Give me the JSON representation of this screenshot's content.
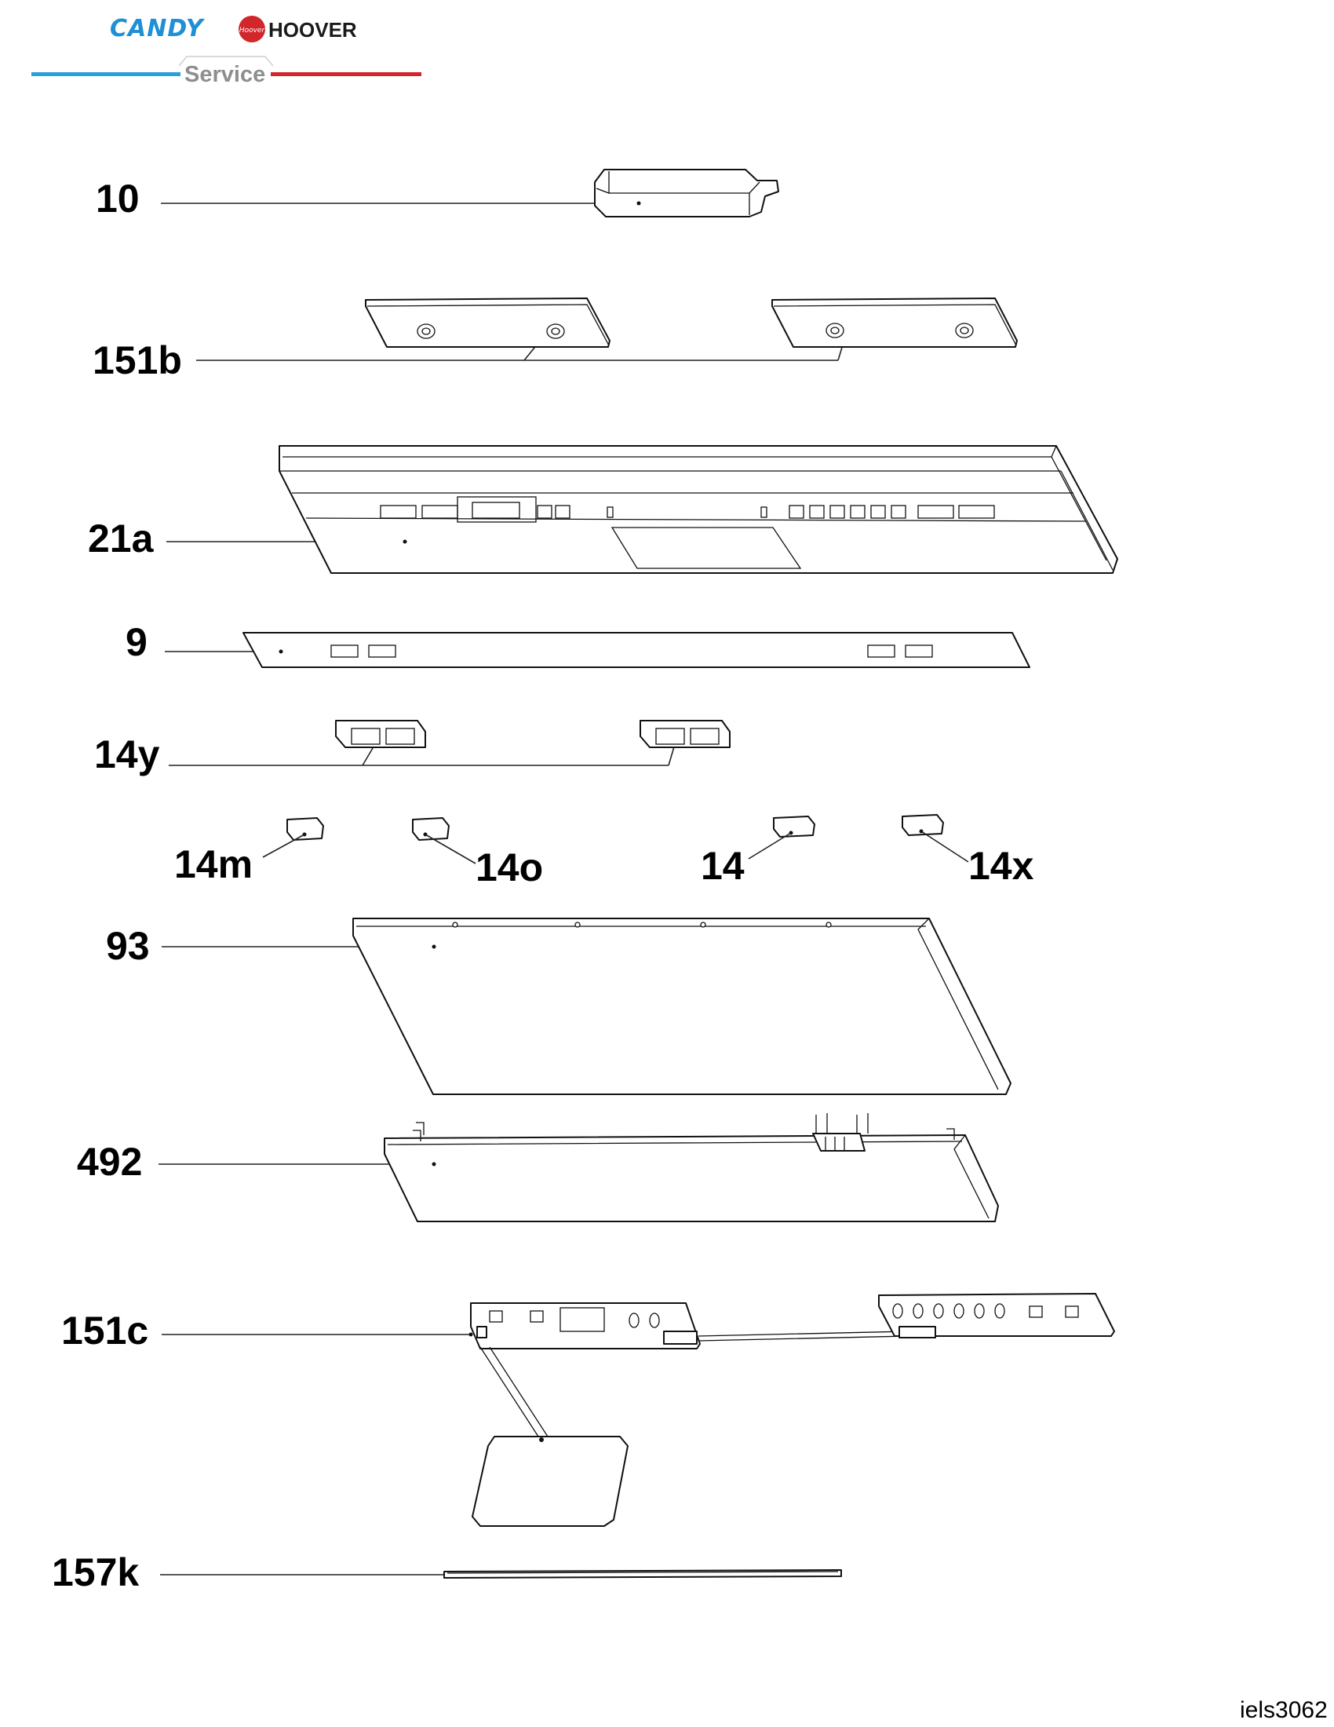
{
  "header": {
    "brand_left": "CANDY",
    "brand_right": "HOOVER",
    "hoover_badge": "Hoover",
    "service_label": "Service",
    "colors": {
      "candy_blue": "#1f8fd6",
      "service_blue": "#2a9fd8",
      "service_red": "#d2262b",
      "service_gray": "#8e8e8e"
    }
  },
  "parts": [
    {
      "id": "10",
      "label": "10"
    },
    {
      "id": "151b",
      "label": "151b"
    },
    {
      "id": "21a",
      "label": "21a"
    },
    {
      "id": "9",
      "label": "9"
    },
    {
      "id": "14y",
      "label": "14y"
    },
    {
      "id": "14m",
      "label": "14m"
    },
    {
      "id": "14o",
      "label": "14o"
    },
    {
      "id": "14",
      "label": "14"
    },
    {
      "id": "14x",
      "label": "14x"
    },
    {
      "id": "93",
      "label": "93"
    },
    {
      "id": "492",
      "label": "492"
    },
    {
      "id": "151c",
      "label": "151c"
    },
    {
      "id": "157k",
      "label": "157k"
    }
  ],
  "footer": {
    "reference_code": "iels3062"
  }
}
